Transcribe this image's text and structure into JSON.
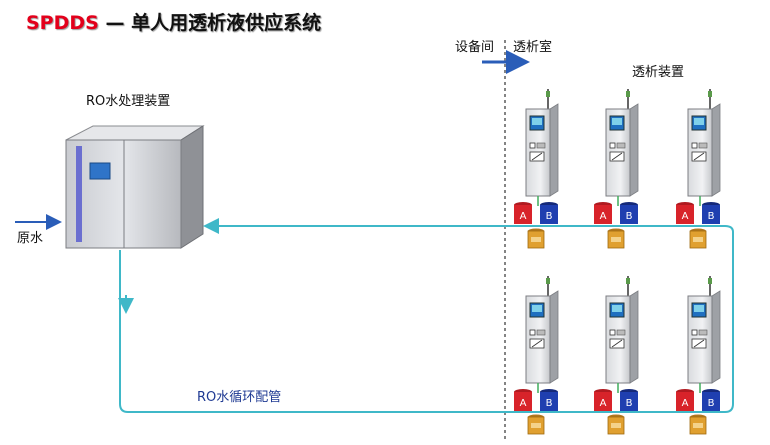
{
  "title": {
    "brand": "SPDDS",
    "dash": "—",
    "rest": "单人用透析液供应系统"
  },
  "labels": {
    "ro_unit": "RO水处理装置",
    "raw_water": "原水",
    "equipment_room": "设备间",
    "dialysis_room": "透析室",
    "dialysis_devices": "透析装置",
    "ro_loop": "RO水循环配管"
  },
  "machine": {
    "bottle_a": "A",
    "bottle_b": "B"
  },
  "colors": {
    "brand": "#e3001b",
    "pipe": "#3fb8c8",
    "arrow": "#2a5db8",
    "bottle_a": "#d8232a",
    "bottle_b": "#1f3fb0",
    "canister": "#e0a030"
  }
}
